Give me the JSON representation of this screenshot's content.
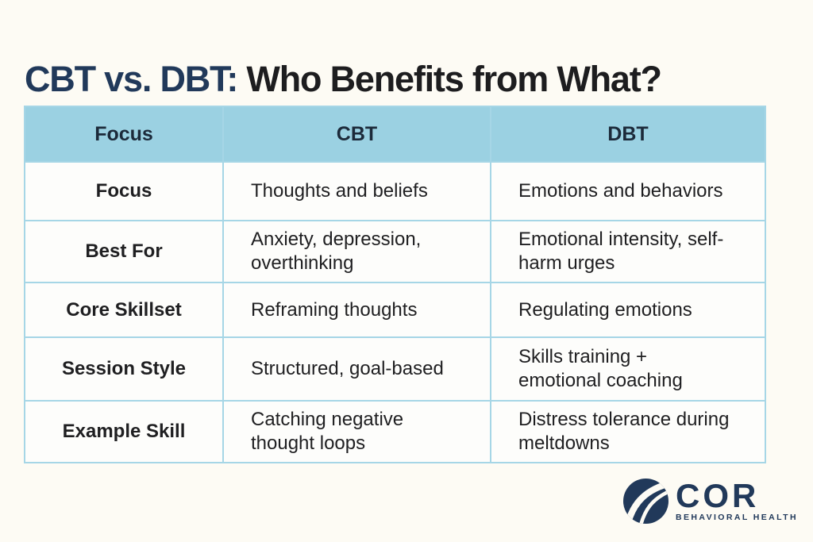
{
  "title": {
    "highlight": "CBT vs. DBT:",
    "rest": " Who Benefits from What?"
  },
  "table": {
    "headers": [
      "Focus",
      "CBT",
      "DBT"
    ],
    "rows": [
      {
        "label": "Focus",
        "cbt": "Thoughts and beliefs",
        "dbt": "Emotions and behaviors"
      },
      {
        "label": "Best For",
        "cbt": "Anxiety, depression, overthinking",
        "dbt": "Emotional intensity, self-harm urges"
      },
      {
        "label": "Core Skillset",
        "cbt": "Reframing thoughts",
        "dbt": "Regulating emotions"
      },
      {
        "label": "Session Style",
        "cbt": "Structured, goal-based",
        "dbt": "Skills training + emotional coaching"
      },
      {
        "label": "Example Skill",
        "cbt": "Catching negative thought loops",
        "dbt": "Distress tolerance during meltdowns"
      }
    ]
  },
  "logo": {
    "name": "COR",
    "tagline": "BEHAVIORAL HEALTH"
  },
  "colors": {
    "page_bg": "#fdfbf4",
    "header_bg": "#9bd1e2",
    "border": "#a6d6e6",
    "navy": "#21395a",
    "title_navy": "#21395a",
    "body_text": "#1f1f21"
  }
}
